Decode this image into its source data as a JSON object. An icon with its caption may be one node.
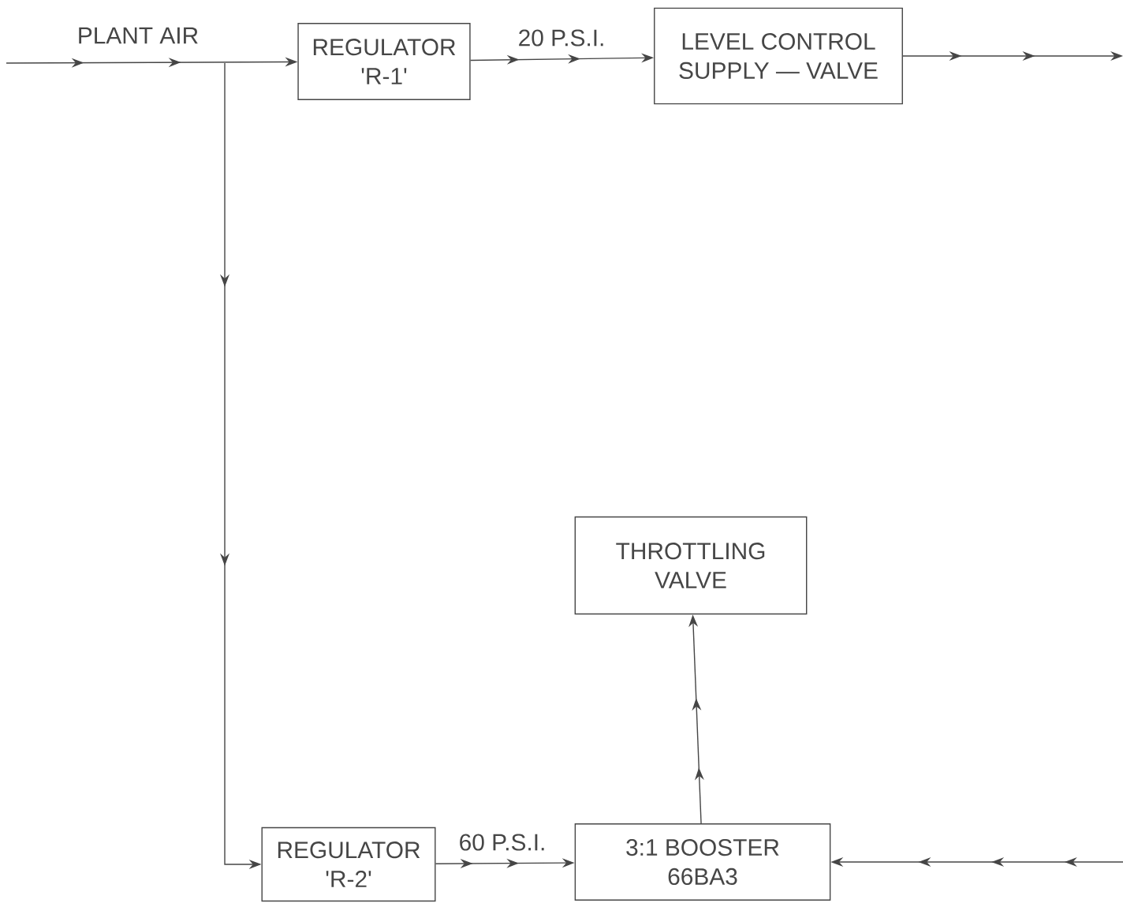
{
  "diagram": {
    "nodes": [
      {
        "text": [
          "REGULATOR 'R-1'"
        ]
      },
      {
        "text": [
          "LEVEL CONTROL SUPPLY — VALVE"
        ]
      },
      {
        "text": [
          "THROTTLING VALVE"
        ]
      },
      {
        "text": [
          "REGULATOR 'R-2'"
        ]
      },
      {
        "text": [
          "3:1 BOOSTER 66BA3"
        ]
      }
    ],
    "edges": [
      {
        "from": null,
        "to": 0,
        "arrow": "to",
        "label": "PLANT AIR"
      },
      {
        "from": null,
        "to": 3,
        "arrow": "to"
      },
      {
        "from": 0,
        "to": 1,
        "arrow": "to",
        "label": "20 P.S.I."
      },
      {
        "from": 1,
        "to": null,
        "arrow": "to"
      },
      {
        "from": 3,
        "to": 4,
        "arrow": "to",
        "label": "60 P.S.I."
      },
      {
        "from": 4,
        "to": 2,
        "arrow": "to"
      },
      {
        "from": null,
        "to": 4,
        "arrow": "to"
      }
    ]
  }
}
